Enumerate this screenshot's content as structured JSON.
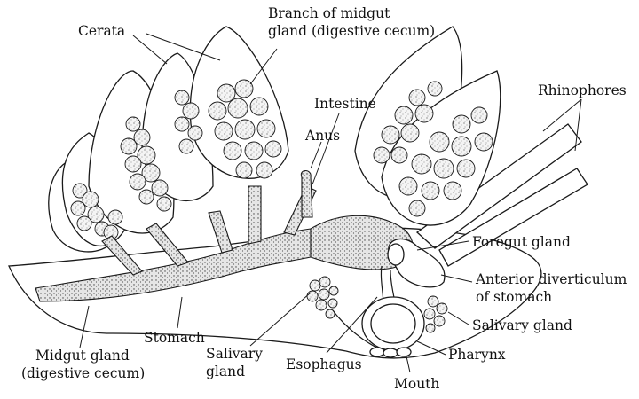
{
  "labels": {
    "cerata": "Cerata",
    "branch_midgut_line1": "Branch of midgut",
    "branch_midgut_line2": "gland (digestive cecum)",
    "intestine": "Intestine",
    "anus": "Anus",
    "rhinophores": "Rhinophores",
    "foregut_gland": "Foregut gland",
    "anterior_div_line1": "Anterior diverticulum",
    "anterior_div_line2": "of stomach",
    "salivary_gland_right": "Salivary gland",
    "pharynx": "Pharynx",
    "mouth": "Mouth",
    "esophagus": "Esophagus",
    "salivary_gland_bottom_line1": "Salivary",
    "salivary_gland_bottom_line2": "gland",
    "stomach": "Stomach",
    "midgut_gland_line1": "Midgut gland",
    "midgut_gland_line2": "(digestive cecum)"
  }
}
